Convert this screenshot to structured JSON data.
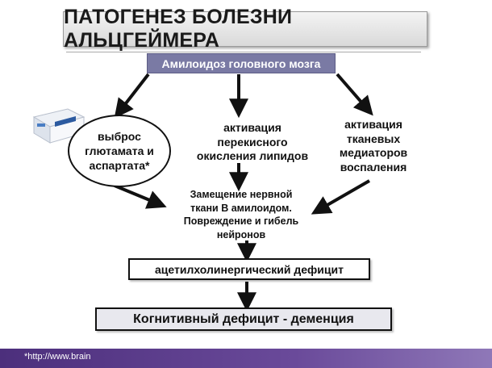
{
  "title": "ПАТОГЕНЕЗ БОЛЕЗНИ АЛЬЦГЕЙМЕРА",
  "top_box": "Амилоидоз головного мозга",
  "left_node": {
    "lines": [
      "выброс",
      "глютамата и",
      "аспартата*"
    ]
  },
  "middle_node": {
    "lines": [
      "активация",
      "перекисного",
      "окисления липидов"
    ]
  },
  "right_node": {
    "lines": [
      "активация",
      "тканевых",
      "медиаторов",
      "воспаления"
    ]
  },
  "center_node": {
    "lines": [
      "Замещение нервной",
      "ткани В амилоидом.",
      "Повреждение и гибель",
      "нейронов"
    ]
  },
  "acetyl_box": "ацетилхолинергический дефицит",
  "cognitive_box": "Когнитивный дефицит - деменция",
  "footer": "*http://www.brain",
  "colors": {
    "top_box_bg": "#7a7aa4",
    "footer_bg": "#4c2f7c",
    "arrow": "#111111"
  },
  "icons": [
    "medicine-box-icon"
  ]
}
